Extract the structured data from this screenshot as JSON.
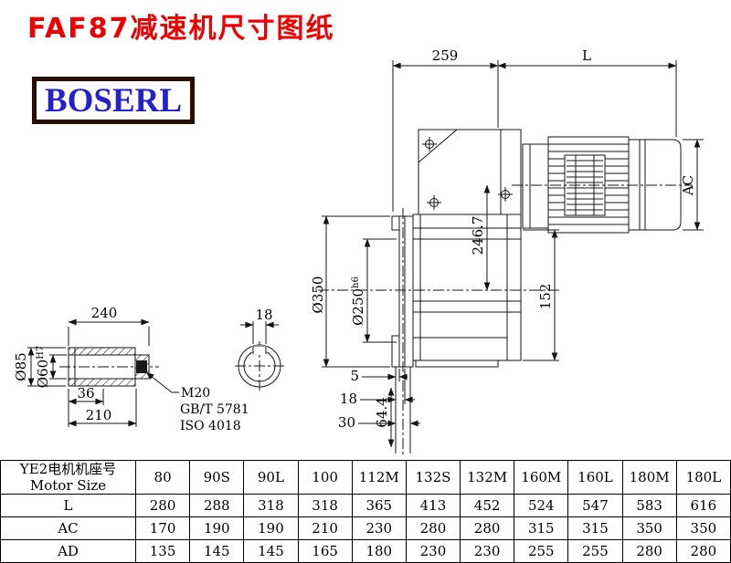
{
  "title": "FAF87减速机尺寸图纸",
  "logo": {
    "text": "BOSERL"
  },
  "drawing": {
    "main_view": {
      "dim_259": "259",
      "dim_L": "L",
      "dim_AC": "AC",
      "dim_d350": "Ø350",
      "dim_d250_base": "Ø250",
      "dim_d250_tol": "h6",
      "dim_246_7": "246.7",
      "dim_152": "152",
      "dim_5": "5",
      "dim_18": "18",
      "dim_30": "30",
      "dim_64_4": "64.4"
    },
    "shaft_view": {
      "dim_240": "240",
      "dim_d85": "Ø85",
      "dim_d60_base": "Ø60",
      "dim_d60_tol": "H7",
      "dim_36": "36",
      "dim_210": "210",
      "thread": "M20",
      "std1": "GB/T 5781",
      "std2": "ISO 4018"
    },
    "section_view": {
      "dim_18": "18"
    }
  },
  "table": {
    "header_cn": "YE2电机机座号",
    "header_en": "Motor Size",
    "sizes": [
      "80",
      "90S",
      "90L",
      "100",
      "112M",
      "132S",
      "132M",
      "160M",
      "160L",
      "180M",
      "180L"
    ],
    "rows": [
      {
        "label": "L",
        "values": [
          "280",
          "288",
          "318",
          "318",
          "365",
          "413",
          "452",
          "524",
          "547",
          "583",
          "616"
        ]
      },
      {
        "label": "AC",
        "values": [
          "170",
          "190",
          "190",
          "210",
          "230",
          "280",
          "280",
          "315",
          "315",
          "350",
          "350"
        ]
      },
      {
        "label": "AD",
        "values": [
          "135",
          "145",
          "145",
          "165",
          "180",
          "230",
          "230",
          "255",
          "255",
          "280",
          "280"
        ]
      }
    ]
  }
}
